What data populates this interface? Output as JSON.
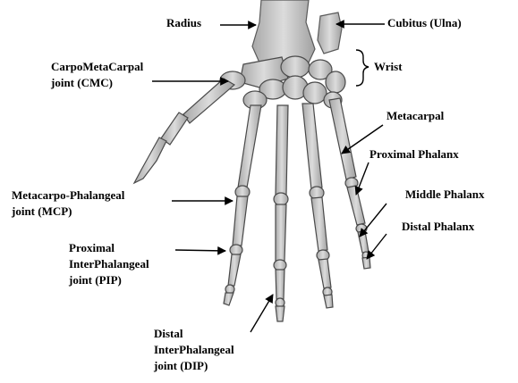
{
  "labels": {
    "radius": "Radius",
    "ulna": "Cubitus (Ulna)",
    "cmc_line1": "CarpoMetaCarpal",
    "cmc_line2": "joint (CMC)",
    "wrist": "Wrist",
    "metacarpal": "Metacarpal",
    "proximal_phalanx": "Proximal Phalanx",
    "middle_phalanx": "Middle Phalanx",
    "distal_phalanx": "Distal Phalanx",
    "mcp_line1": "Metacarpo-Phalangeal",
    "mcp_line2": "joint (MCP)",
    "pip_line1": "Proximal",
    "pip_line2": "InterPhalangeal",
    "pip_line3": "joint (PIP)",
    "dip_line1": "Distal",
    "dip_line2": "InterPhalangeal",
    "dip_line3": "joint (DIP)"
  },
  "colors": {
    "bone_fill": "#c9c9c9",
    "bone_stroke": "#5a5a5a",
    "bone_shade": "#9a9a9a",
    "arrow": "#000000"
  }
}
